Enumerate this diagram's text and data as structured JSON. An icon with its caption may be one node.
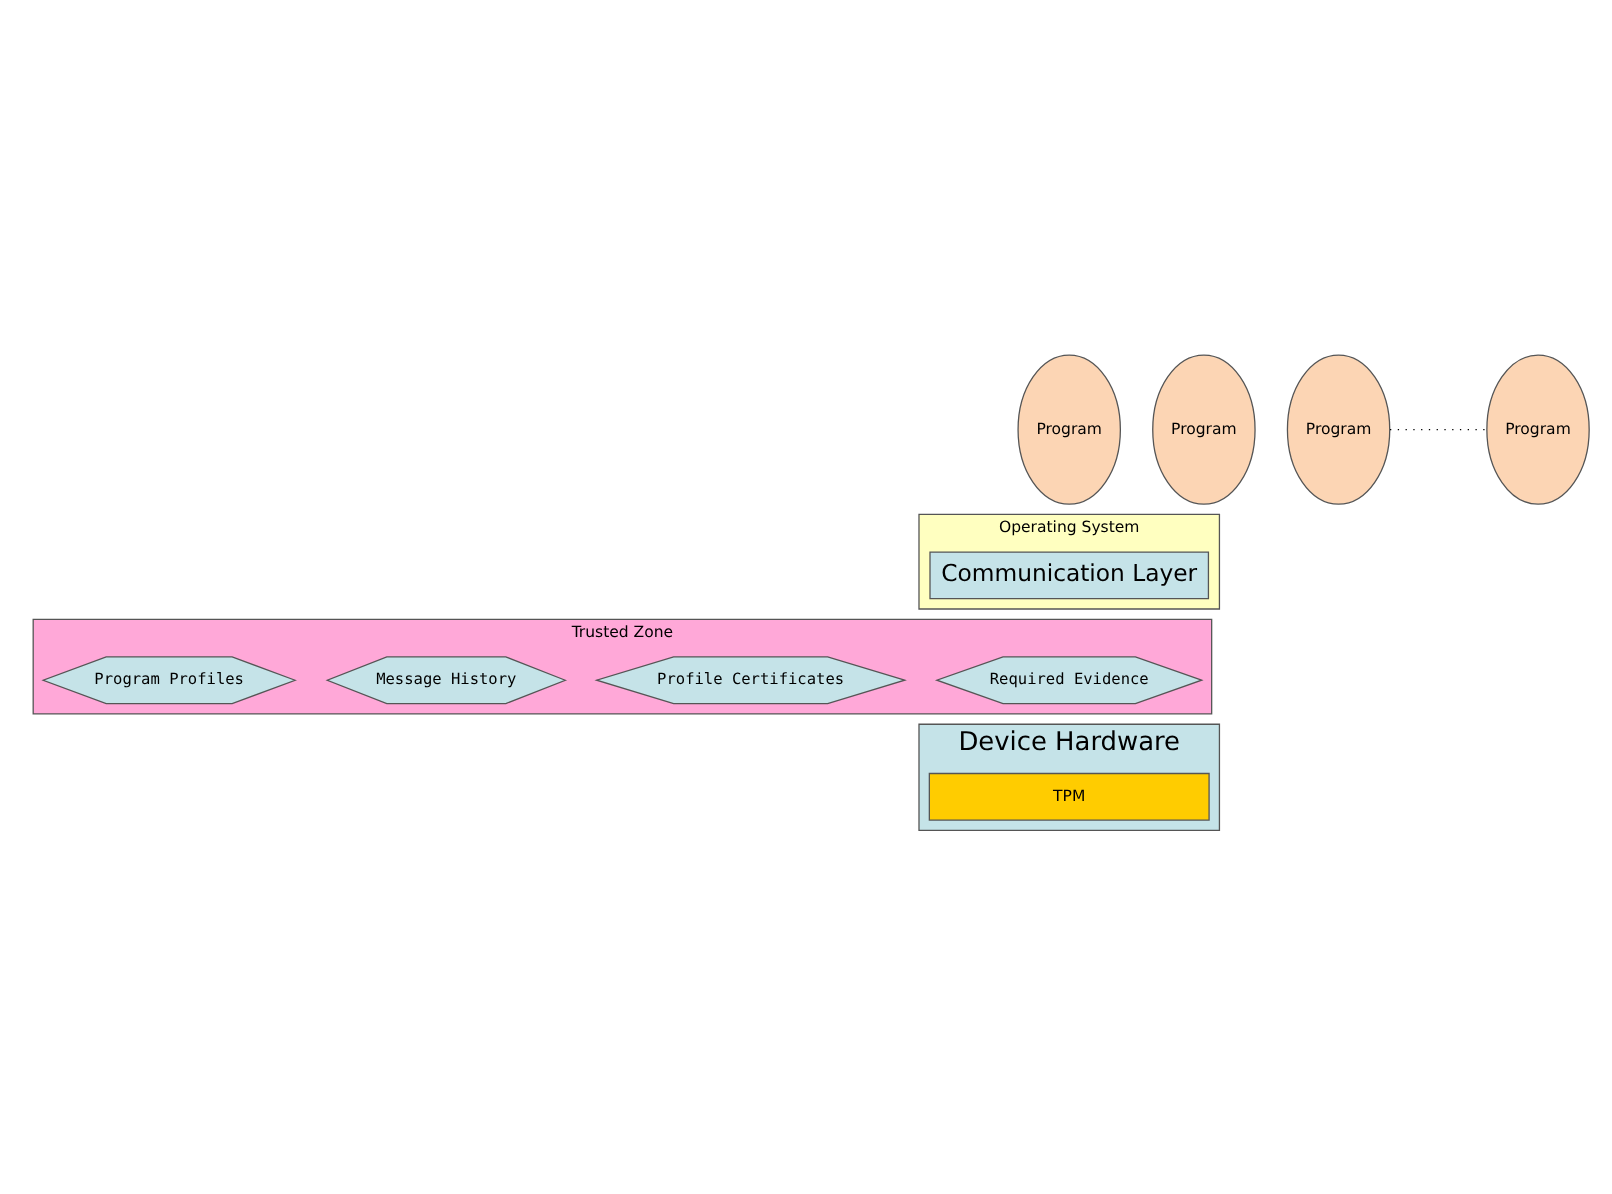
{
  "diagram": {
    "nodes": [
      {
        "text": [
          "Program"
        ]
      },
      {
        "text": [
          "Program"
        ]
      },
      {
        "text": [
          "Program"
        ]
      },
      {
        "text": [
          "Program"
        ]
      },
      {
        "text": [
          "Operating System"
        ]
      },
      {
        "text": [
          "Communication Layer"
        ],
        "in": 4
      },
      {
        "text": [
          "Trusted Zone"
        ]
      },
      {
        "text": [
          "Required Evidence"
        ],
        "in": 6
      },
      {
        "text": [
          "Profile Certificates"
        ],
        "in": 6
      },
      {
        "text": [
          "Message History"
        ],
        "in": 6
      },
      {
        "text": [
          "Program Profiles"
        ],
        "in": 6
      },
      {
        "text": [
          "Device Hardware"
        ]
      },
      {
        "text": [
          "TPM"
        ],
        "in": 11
      }
    ],
    "edges": [
      {
        "from": 2,
        "to": 3,
        "arrow": "none",
        "style": "dashed"
      }
    ]
  }
}
